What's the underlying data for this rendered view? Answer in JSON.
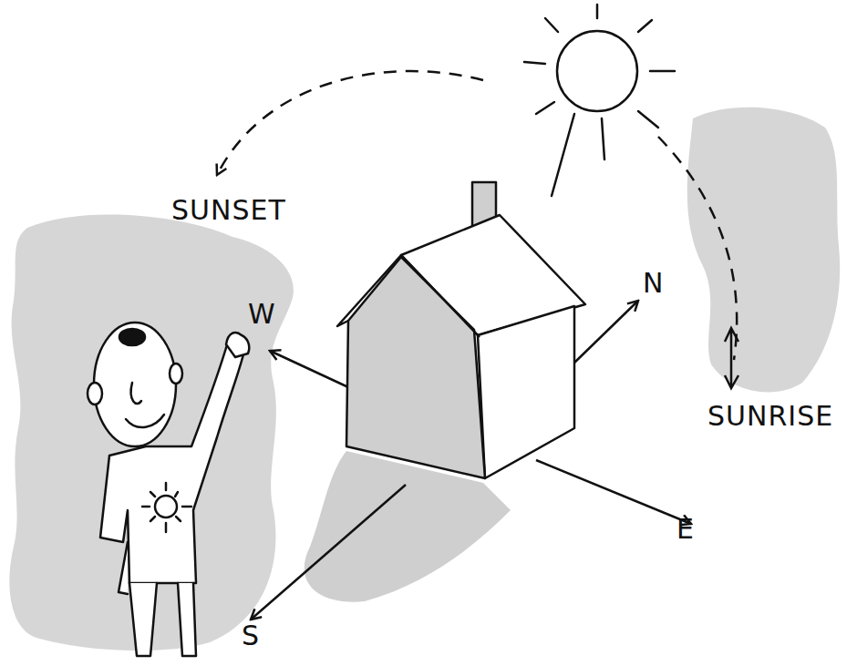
{
  "diagram": {
    "labels": [
      "SUNSET",
      "W",
      "N",
      "SUNRISE",
      "E",
      "S"
    ]
  }
}
